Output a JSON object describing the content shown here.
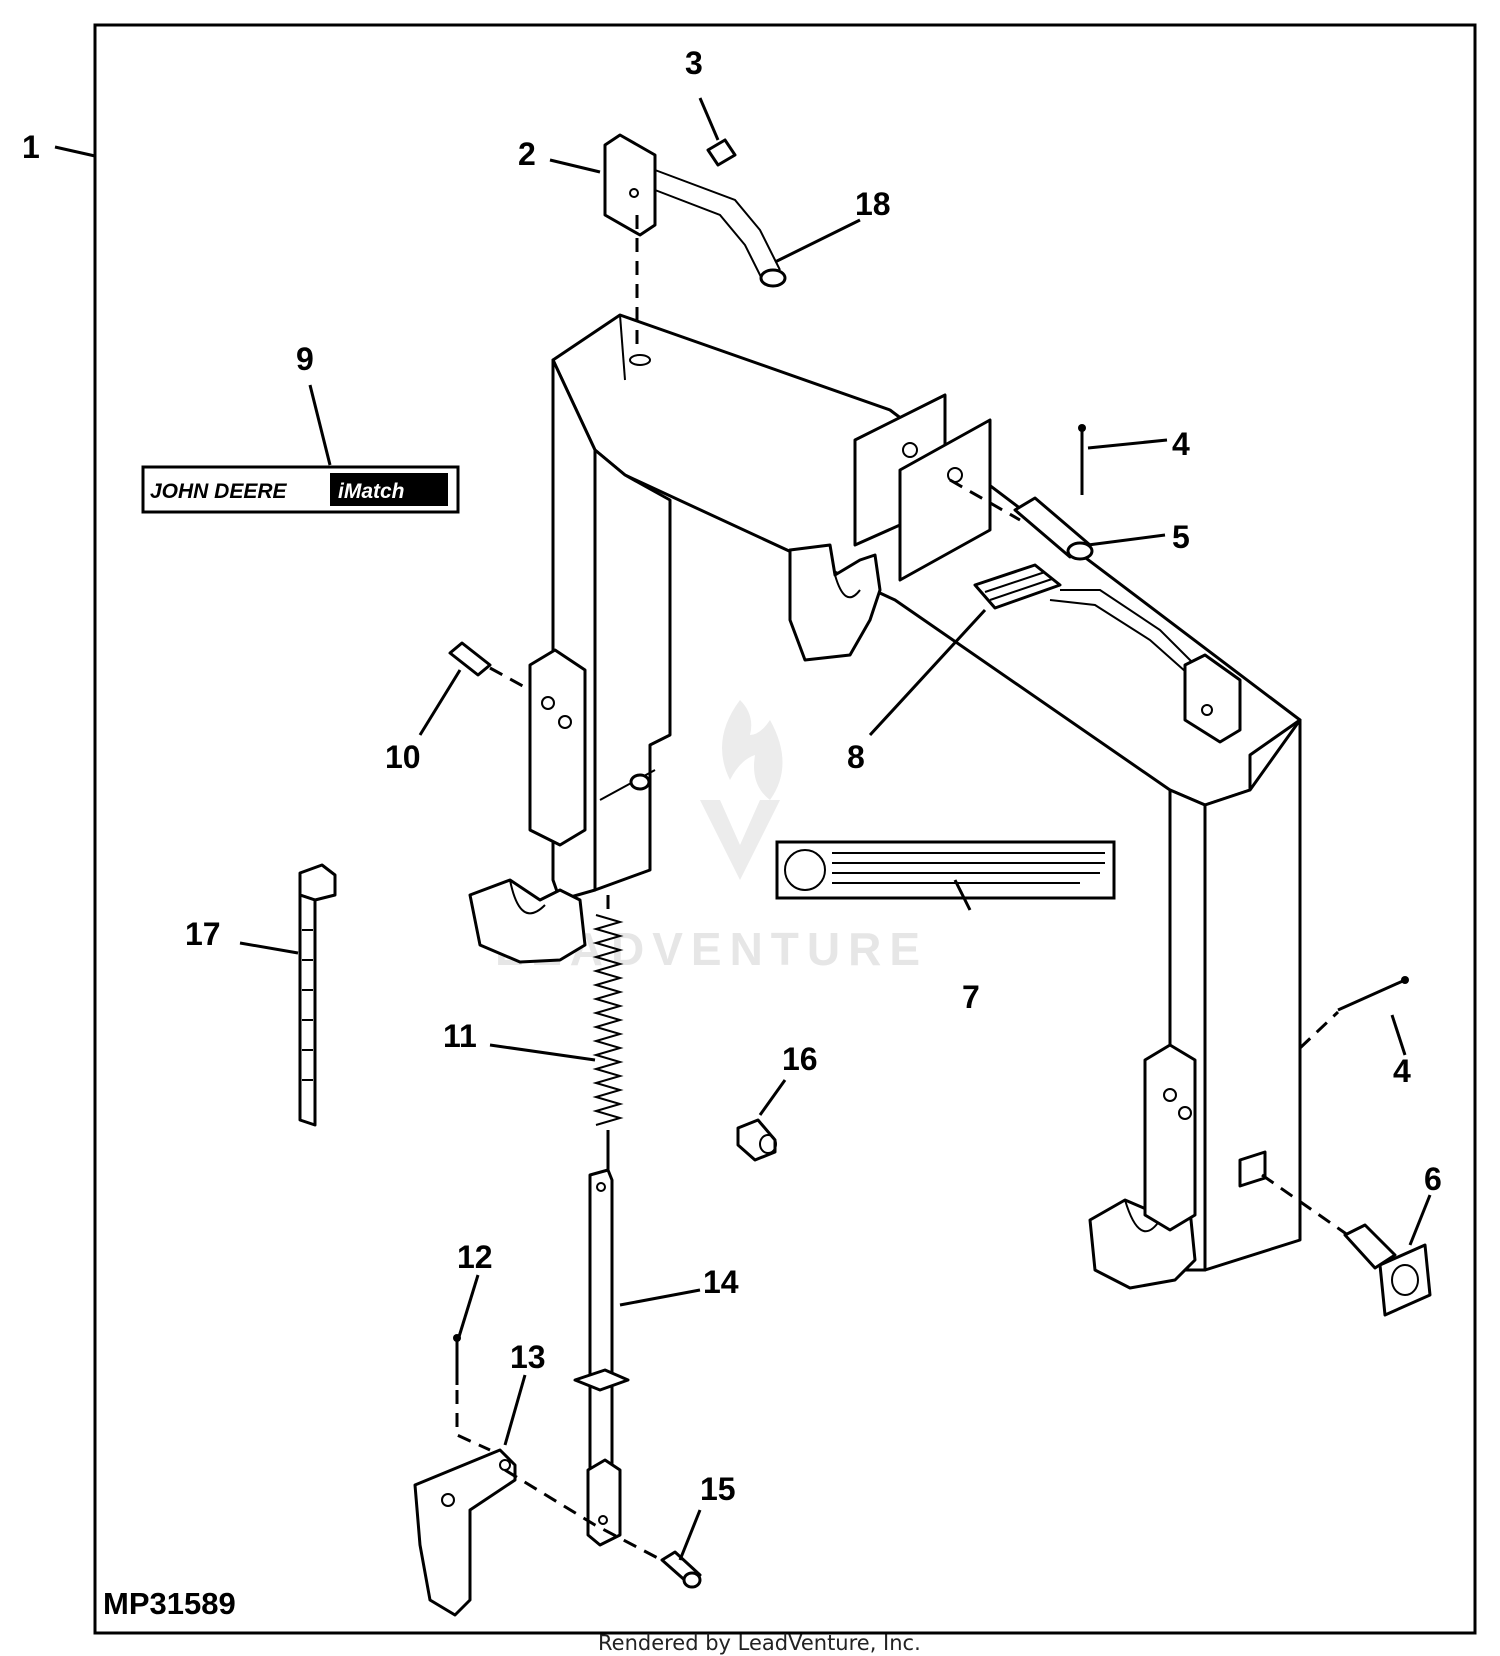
{
  "diagram": {
    "figure_id": "MP31589",
    "credit": "Rendered by LeadVenture, Inc.",
    "watermark": "LEADVENTURE",
    "decal_9": {
      "left": "JOHN DEERE",
      "right": "iMatch"
    },
    "callouts": [
      "1",
      "2",
      "3",
      "4",
      "5",
      "6",
      "7",
      "8",
      "9",
      "10",
      "11",
      "12",
      "13",
      "14",
      "15",
      "16",
      "17",
      "18"
    ],
    "callout_4_second": "4"
  }
}
